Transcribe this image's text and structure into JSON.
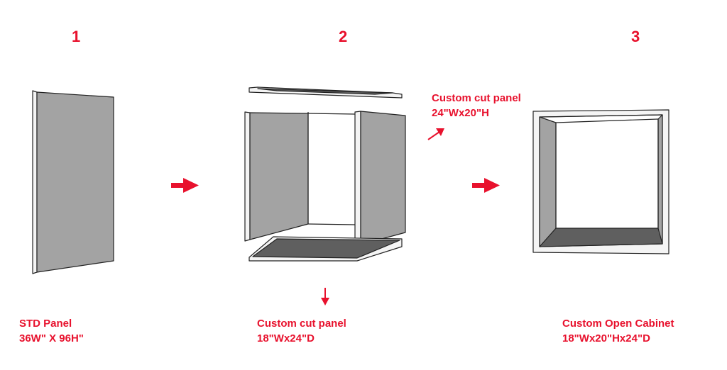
{
  "steps": [
    {
      "number": "1",
      "caption_line1": "STD Panel",
      "caption_line2": "36W\" X 96H\""
    },
    {
      "number": "2",
      "caption_line1": "Custom cut panel",
      "caption_line2": "18\"Wx24\"D"
    },
    {
      "number": "3",
      "caption_line1": "Custom Open Cabinet",
      "caption_line2": "18\"Wx20\"Hx24\"D"
    }
  ],
  "side_note": {
    "line1": "Custom cut panel",
    "line2": "24\"Wx20\"H"
  },
  "colors": {
    "accent": "#e8112d",
    "panel_face": "#a3a3a3",
    "panel_dark": "#5f5f5f",
    "edge": "#222222"
  },
  "icons": [
    "arrow-right-icon",
    "arrow-down-icon",
    "arrow-diagonal-icon"
  ]
}
